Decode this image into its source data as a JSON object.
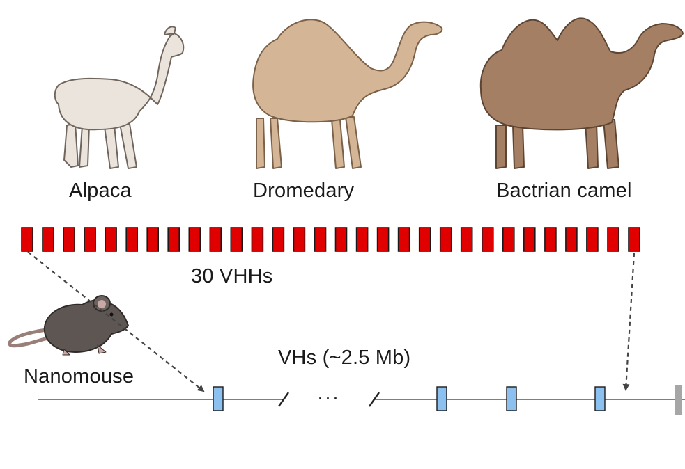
{
  "animals": [
    {
      "name": "Alpaca",
      "icon": "alpaca-icon",
      "color": "#e9e2da"
    },
    {
      "name": "Dromedary",
      "icon": "dromedary-icon",
      "color": "#d2b393"
    },
    {
      "name": "Bactrian camel",
      "icon": "bactrian-camel-icon",
      "color": "#a27d62"
    }
  ],
  "vhh": {
    "label": "30 VHHs",
    "count": 30,
    "color": "#e00000"
  },
  "locus": {
    "title": "VHs (~2.5 Mb)",
    "gap_symbol": "···",
    "vh_block_color": "#8cc0ee",
    "vh_block_count_shown": 4
  },
  "mouse": {
    "label": "Nanomouse",
    "icon": "mouse-icon",
    "color": "#5e5653"
  }
}
